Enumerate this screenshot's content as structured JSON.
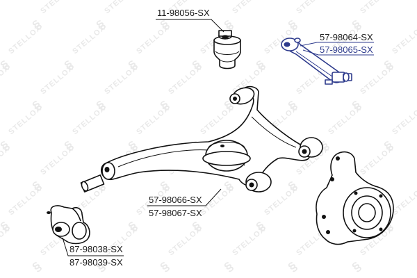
{
  "watermark": {
    "brand": "STELLOX"
  },
  "labels": {
    "bushing_top": "11-98056-SX",
    "link_a": "57-98064-SX",
    "link_b": "57-98065-SX",
    "arm_a": "57-98066-SX",
    "arm_b": "57-98067-SX",
    "bushing_a": "87-98038-SX",
    "bushing_b": "87-98039-SX"
  },
  "colors": {
    "line": "#111111",
    "accent": "#2d3a8c",
    "watermark": "#e9e9e9"
  }
}
